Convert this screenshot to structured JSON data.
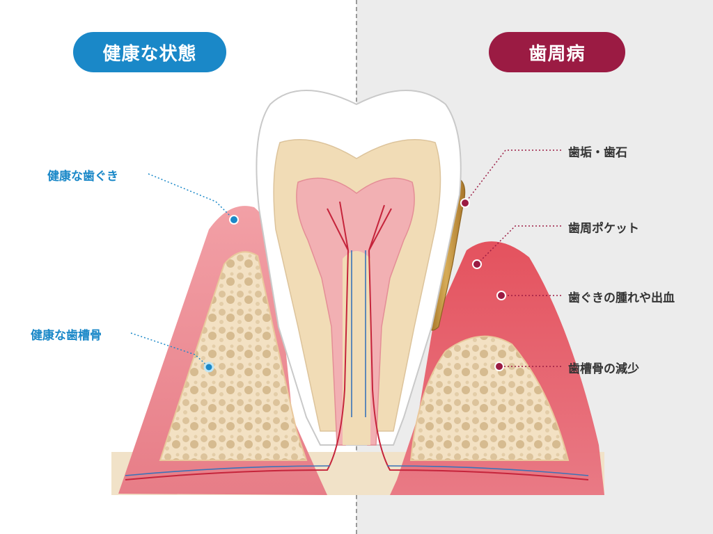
{
  "header": {
    "healthy_title": "健康な状態",
    "disease_title": "歯周病"
  },
  "labels": {
    "healthy_gum": "健康な歯ぐき",
    "healthy_bone": "健康な歯槽骨",
    "plaque_tartar": "歯垢・歯石",
    "periodontal_pocket": "歯周ポケット",
    "gum_swelling_bleeding": "歯ぐきの腫れや出血",
    "bone_loss": "歯槽骨の減少"
  },
  "colors": {
    "healthy_accent": "#1a88c8",
    "disease_accent": "#9b1b43",
    "gum": "#e9868f",
    "bone": "#f3e1c3",
    "enamel": "#ffffff",
    "dentin": "#f1dcb6",
    "pulp": "#f2b0b3",
    "tartar": "#c69a3e"
  }
}
